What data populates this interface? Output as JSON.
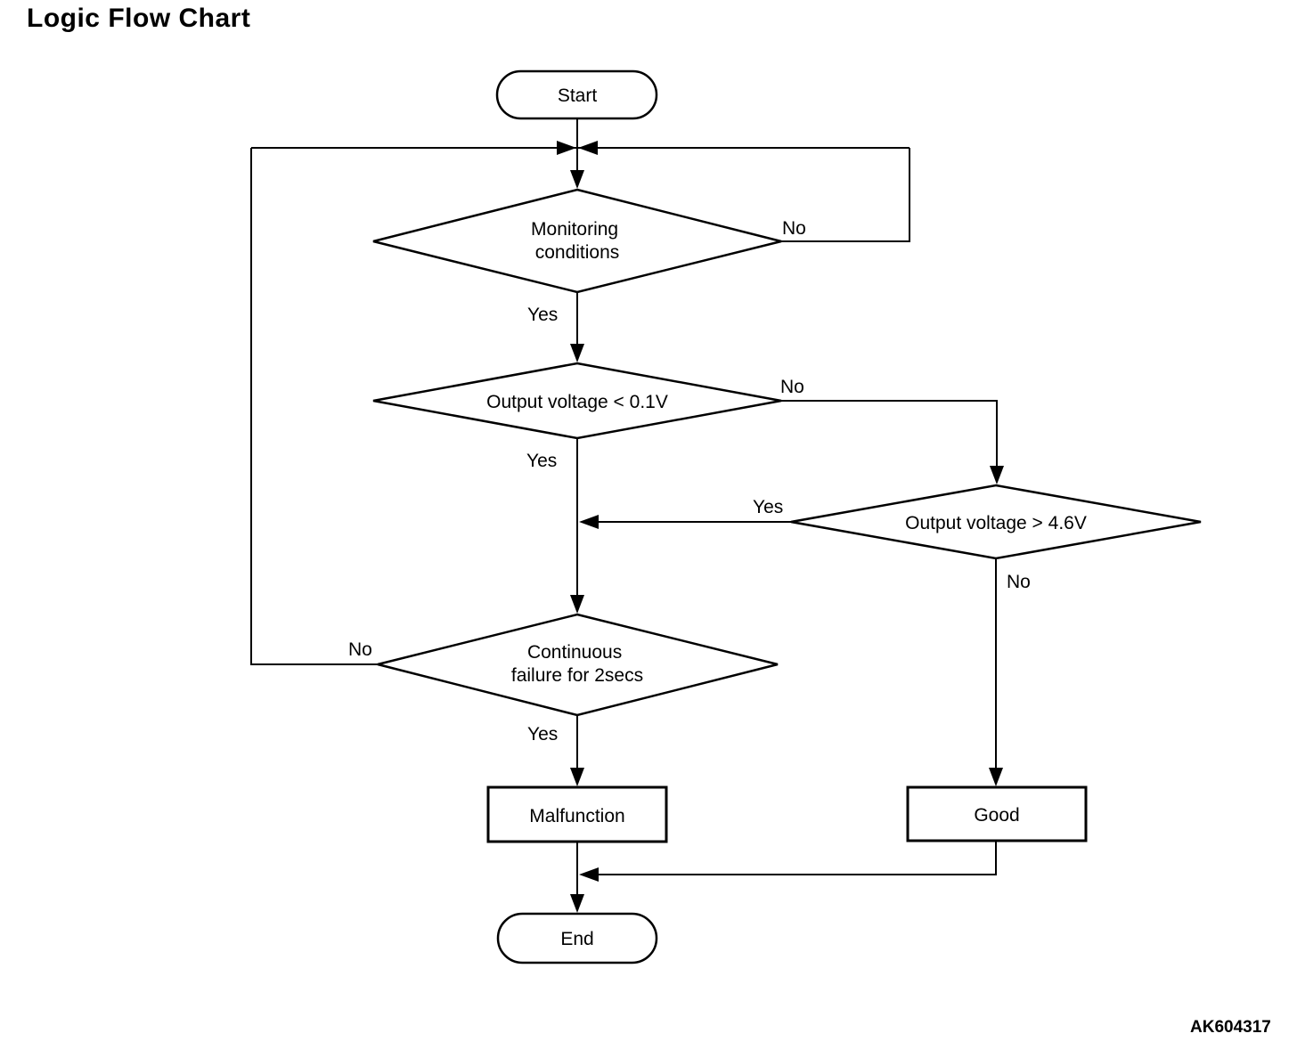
{
  "page": {
    "title": "Logic Flow Chart",
    "figure_code": "AK604317",
    "background_color": "#ffffff",
    "line_color": "#000000"
  },
  "nodes": {
    "start": {
      "type": "terminator",
      "label": "Start"
    },
    "monitoring_conditions": {
      "type": "decision",
      "line1": "Monitoring",
      "line2": "conditions"
    },
    "output_voltage_low": {
      "type": "decision",
      "label": "Output voltage < 0.1V"
    },
    "output_voltage_high": {
      "type": "decision",
      "label": "Output voltage > 4.6V"
    },
    "continuous_failure": {
      "type": "decision",
      "line1": "Continuous",
      "line2": "failure for 2secs"
    },
    "malfunction": {
      "type": "process",
      "label": "Malfunction"
    },
    "good": {
      "type": "process",
      "label": "Good"
    },
    "end": {
      "type": "terminator",
      "label": "End"
    }
  },
  "edge_labels": {
    "monitoring_no": "No",
    "monitoring_yes": "Yes",
    "output_low_no": "No",
    "output_low_yes": "Yes",
    "output_high_yes": "Yes",
    "output_high_no": "No",
    "continuous_no": "No",
    "continuous_yes": "Yes"
  },
  "connections": [
    {
      "from": "start",
      "to": "monitoring_conditions",
      "label": ""
    },
    {
      "from": "monitoring_conditions",
      "to": "monitoring_conditions",
      "label": "No"
    },
    {
      "from": "monitoring_conditions",
      "to": "output_voltage_low",
      "label": "Yes"
    },
    {
      "from": "output_voltage_low",
      "to": "output_voltage_high",
      "label": "No"
    },
    {
      "from": "output_voltage_low",
      "to": "continuous_failure",
      "label": "Yes"
    },
    {
      "from": "output_voltage_high",
      "to": "continuous_failure",
      "label": "Yes"
    },
    {
      "from": "output_voltage_high",
      "to": "good",
      "label": "No"
    },
    {
      "from": "continuous_failure",
      "to": "monitoring_conditions",
      "label": "No"
    },
    {
      "from": "continuous_failure",
      "to": "malfunction",
      "label": "Yes"
    },
    {
      "from": "malfunction",
      "to": "end",
      "label": ""
    },
    {
      "from": "good",
      "to": "end",
      "label": ""
    }
  ]
}
